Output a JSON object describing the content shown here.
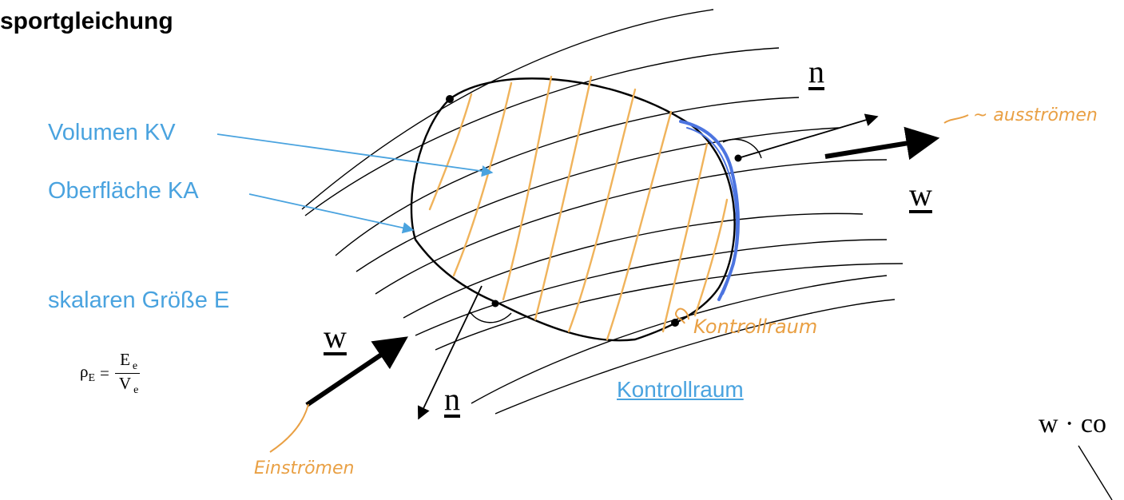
{
  "title": "sportgleichung",
  "labels": {
    "volume": "Volumen KV",
    "surface": "Oberfläche KA",
    "scalar": "skalaren Größe E",
    "control_space": "Kontrollraum"
  },
  "vectors": {
    "n": "n",
    "w": "w"
  },
  "formula": {
    "lhs": "ρ",
    "lhs_sub": "E",
    "eq": "=",
    "num": "E",
    "num_sub": "e",
    "den": "V",
    "den_sub": "e"
  },
  "partial_expression": "w · co",
  "handwritten": {
    "outflow": "~ ausströmen",
    "control_space": "Kontrollraum",
    "inflow": "Einströmen"
  },
  "colors": {
    "label_blue": "#4aa3df",
    "hatch_orange": "#f0b35b",
    "outflow_blue": "#4c74e0",
    "hand_orange": "#e9a044",
    "ink": "#000000"
  }
}
